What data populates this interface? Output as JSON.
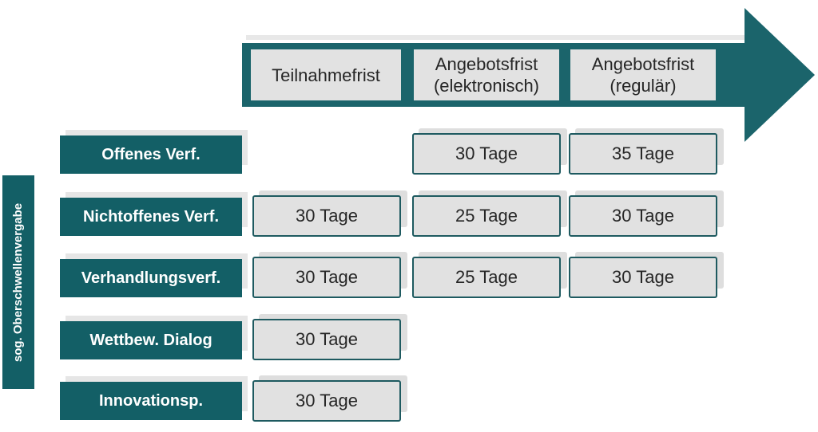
{
  "column_headers": [
    "Teilnahmefrist",
    "Angebotsfrist\n(elektronisch)",
    "Angebotsfrist\n(regulär)"
  ],
  "side_label": "sog. Oberschwellenvergabe",
  "procedures": [
    {
      "name": "Offenes Verf.",
      "cells": [
        "",
        "30 Tage",
        "35 Tage"
      ]
    },
    {
      "name": "Nichtoffenes Verf.",
      "cells": [
        "30 Tage",
        "25 Tage",
        "30 Tage"
      ]
    },
    {
      "name": "Verhandlungsverf.",
      "cells": [
        "30 Tage",
        "25 Tage",
        "30 Tage"
      ]
    },
    {
      "name": "Wettbew. Dialog",
      "cells": [
        "30 Tage",
        "",
        ""
      ]
    },
    {
      "name": "Innovationsp.",
      "cells": [
        "30 Tage",
        "",
        ""
      ]
    }
  ],
  "colors": {
    "teal": "#135f66",
    "arrow": "#1b646b",
    "cell_fill": "#e1e1e1"
  }
}
